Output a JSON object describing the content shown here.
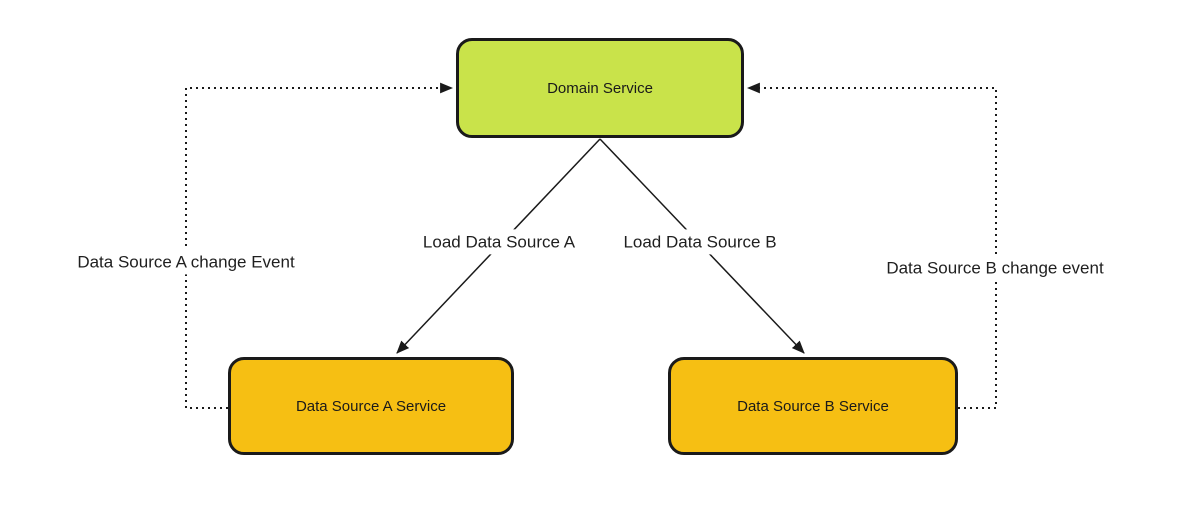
{
  "diagram": {
    "type": "architecture-flow-diagram",
    "nodes": {
      "domain": {
        "label": "Domain Service",
        "fill": "#c9e34a"
      },
      "source_a": {
        "label": "Data Source A Service",
        "fill": "#f6bf13"
      },
      "source_b": {
        "label": "Data Source B Service",
        "fill": "#f6bf13"
      }
    },
    "edges": [
      {
        "from": "domain",
        "to": "source_a",
        "style": "solid",
        "label": "Load Data Source A"
      },
      {
        "from": "domain",
        "to": "source_b",
        "style": "solid",
        "label": "Load Data Source B"
      },
      {
        "from": "source_a",
        "to": "domain",
        "style": "dotted",
        "label": "Data Source A change Event"
      },
      {
        "from": "source_b",
        "to": "domain",
        "style": "dotted",
        "label": "Data Source B change event"
      }
    ],
    "colors": {
      "node_green": "#c9e34a",
      "node_orange": "#f6bf13",
      "border": "#1a1a1a",
      "line": "#1a1a1a",
      "background": "#ffffff"
    }
  }
}
